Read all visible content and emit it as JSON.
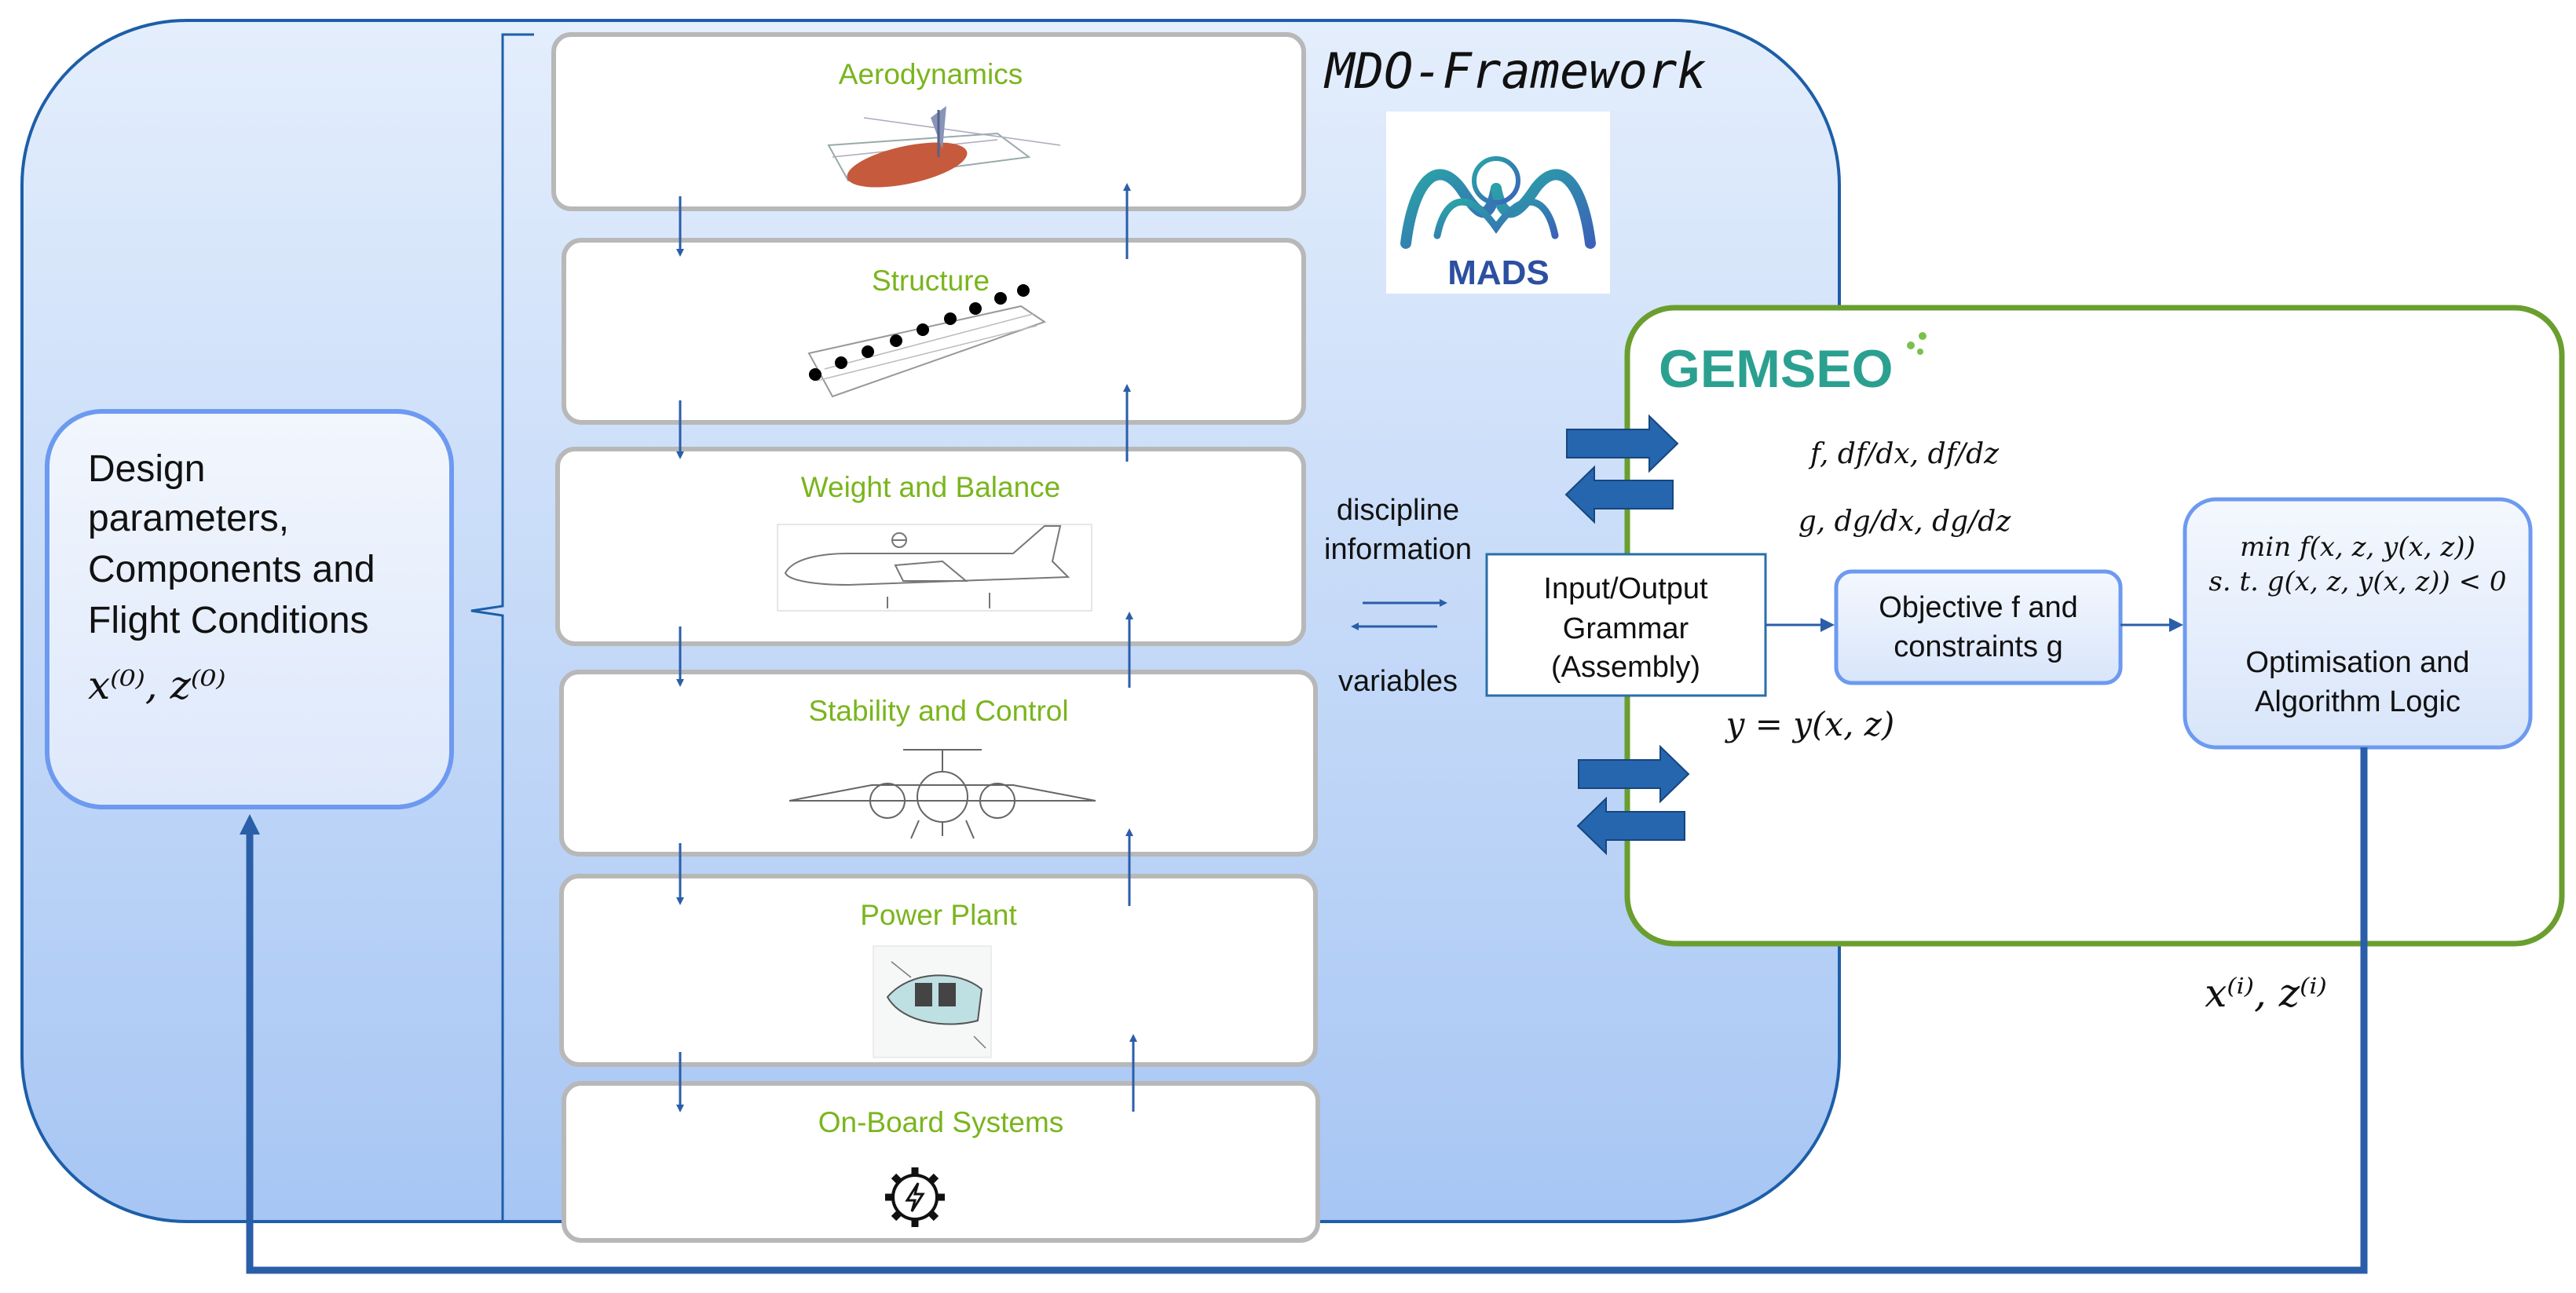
{
  "framework": {
    "title": "MDO-Framework",
    "logo_text": "MADS",
    "logo_icon": "mads-logo-icon"
  },
  "design_params": {
    "lines": [
      "Design",
      "parameters,",
      "Components and",
      "Flight Conditions"
    ],
    "vars": "x⁽⁰⁾, z⁽⁰⁾"
  },
  "disciplines": [
    {
      "label": "Aerodynamics",
      "icon": "aircraft-aero-mesh-icon"
    },
    {
      "label": "Structure",
      "icon": "wing-structure-icon"
    },
    {
      "label": "Weight and Balance",
      "icon": "aircraft-sideview-drawing-icon"
    },
    {
      "label": "Stability and Control",
      "icon": "aircraft-frontview-drawing-icon"
    },
    {
      "label": "Power Plant",
      "icon": "powerplant-drawing-icon"
    },
    {
      "label": "On-Board Systems",
      "icon": "gear-lightning-icon"
    }
  ],
  "exchange": {
    "discipline_info": [
      "discipline",
      "information"
    ],
    "variables": "variables"
  },
  "gemseo": {
    "logo": "GEMSEO",
    "grammar": [
      "Input/Output",
      "Grammar",
      "(Assembly)"
    ],
    "coupling": "y = y(x, z)",
    "grad_f": "f,  df/dx,  df/dz",
    "grad_g": "g,  dg/dx,  dg/dz",
    "objective": [
      "Objective f and",
      "constraints g"
    ],
    "opt_formula_1": "min f(x, z, y(x, z))",
    "opt_formula_2": "s. t. g(x, z, y(x, z)) < 0",
    "opt_label": [
      "Optimisation and",
      "Algorithm Logic"
    ],
    "iter_vars": "x⁽ⁱ⁾, z⁽ⁱ⁾"
  },
  "colors": {
    "accent_green": "#7ab51d",
    "arrow_blue": "#2a5ea8",
    "frame_green": "#6a9e2f"
  }
}
